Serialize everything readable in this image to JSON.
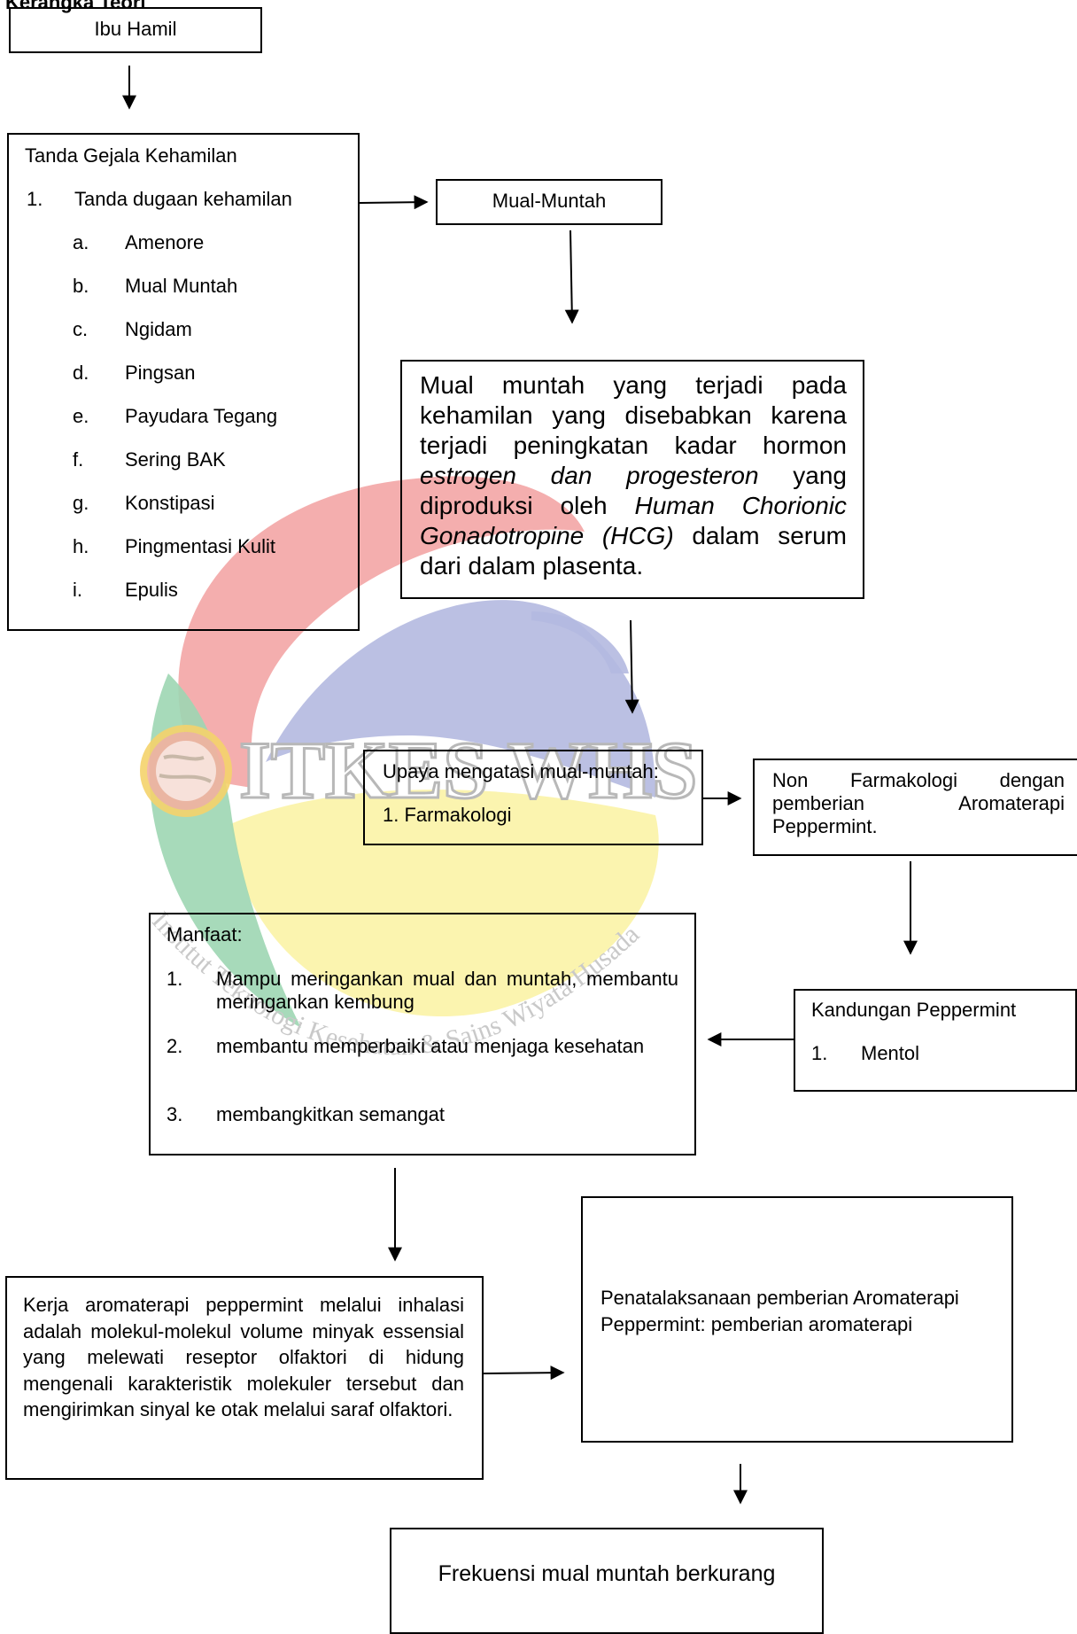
{
  "heading": "Kerangka Teori",
  "watermark": {
    "text": "ITKES WHS",
    "arc_text": "Institut Teknologi Kesehatan & Sains Wiyata Husada Samarinda"
  },
  "nodes": {
    "ibu_hamil": "Ibu Hamil",
    "tanda_gejala": {
      "title": "Tanda Gejala Kehamilan",
      "item_number": "1.",
      "item_label": "Tanda dugaan kehamilan",
      "subitems": [
        {
          "letter": "a.",
          "label": "Amenore"
        },
        {
          "letter": "b.",
          "label": "Mual Muntah"
        },
        {
          "letter": "c.",
          "label": "Ngidam"
        },
        {
          "letter": "d.",
          "label": "Pingsan"
        },
        {
          "letter": "e.",
          "label": "Payudara Tegang"
        },
        {
          "letter": "f.",
          "label": "Sering BAK"
        },
        {
          "letter": "g.",
          "label": "Konstipasi"
        },
        {
          "letter": "h.",
          "label": "Pingmentasi Kulit"
        },
        {
          "letter": "i.",
          "label": "Epulis"
        }
      ]
    },
    "mual_muntah": "Mual-Muntah",
    "penyebab": {
      "p1": "Mual muntah yang terjadi pada kehamilan yang disebabkan karena terjadi peningkatan kadar hormon ",
      "i1": "estrogen dan progesteron",
      "p2": " yang diproduksi oleh ",
      "i2": "Human Chorionic Gonadotropine (HCG)",
      "p3": " dalam serum dari dalam plasenta."
    },
    "upaya": {
      "title": "Upaya mengatasi mual-muntah:",
      "item": "1. Farmakologi"
    },
    "non_farmakologi": "Non Farmakologi dengan pemberian Aromaterapi Peppermint.",
    "kandungan": {
      "title": "Kandungan Peppermint",
      "number": "1.",
      "label": "Mentol"
    },
    "manfaat": {
      "title": "Manfaat:",
      "items": [
        {
          "number": "1.",
          "label": "Mampu meringankan mual dan muntah, membantu meringankan kembung"
        },
        {
          "number": "2.",
          "label": "membantu memperbaiki atau menjaga kesehatan"
        },
        {
          "number": "3.",
          "label": "membangkitkan semangat"
        }
      ]
    },
    "kerja": "Kerja aromaterapi peppermint melalui inhalasi adalah molekul-molekul volume minyak essensial yang melewati reseptor olfaktori di hidung mengenali karakteristik molekuler tersebut dan mengirimkan sinyal ke otak melalui saraf olfaktori.",
    "penatalaksanaan": "Penatalaksanaan pemberian Aromaterapi Peppermint: pemberian aromaterapi",
    "frekuensi": "Frekuensi mual muntah berkurang"
  },
  "colors": {
    "red": "#f3a5a5",
    "blue": "#b4b9e0",
    "yellow": "#fbf3a6",
    "green": "#9dd6b3"
  }
}
